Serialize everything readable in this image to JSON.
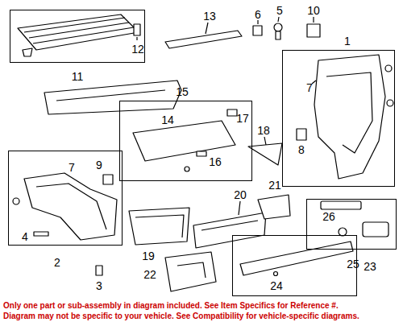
{
  "diagram": {
    "nodes": [
      {
        "text": [
          "11",
          "12"
        ]
      },
      {
        "text": [
          "1",
          "7",
          "8"
        ]
      },
      {
        "text": [
          "15",
          "17",
          "16"
        ]
      },
      {
        "text": [
          "2",
          "7",
          "9",
          "4"
        ]
      },
      {
        "text": [
          "25",
          "26"
        ]
      },
      {
        "text": [
          "23",
          "24"
        ]
      }
    ],
    "labels": [
      "13",
      "6",
      "5",
      "10",
      "14",
      "18",
      "3",
      "19",
      "20",
      "21",
      "22",
      "Only one part or sub-assembly in diagram included. See Item Specifics for Reference #.",
      "Diagram may not be specific to your vehicle. See Compatibility for vehicle-specific diagrams."
    ]
  }
}
